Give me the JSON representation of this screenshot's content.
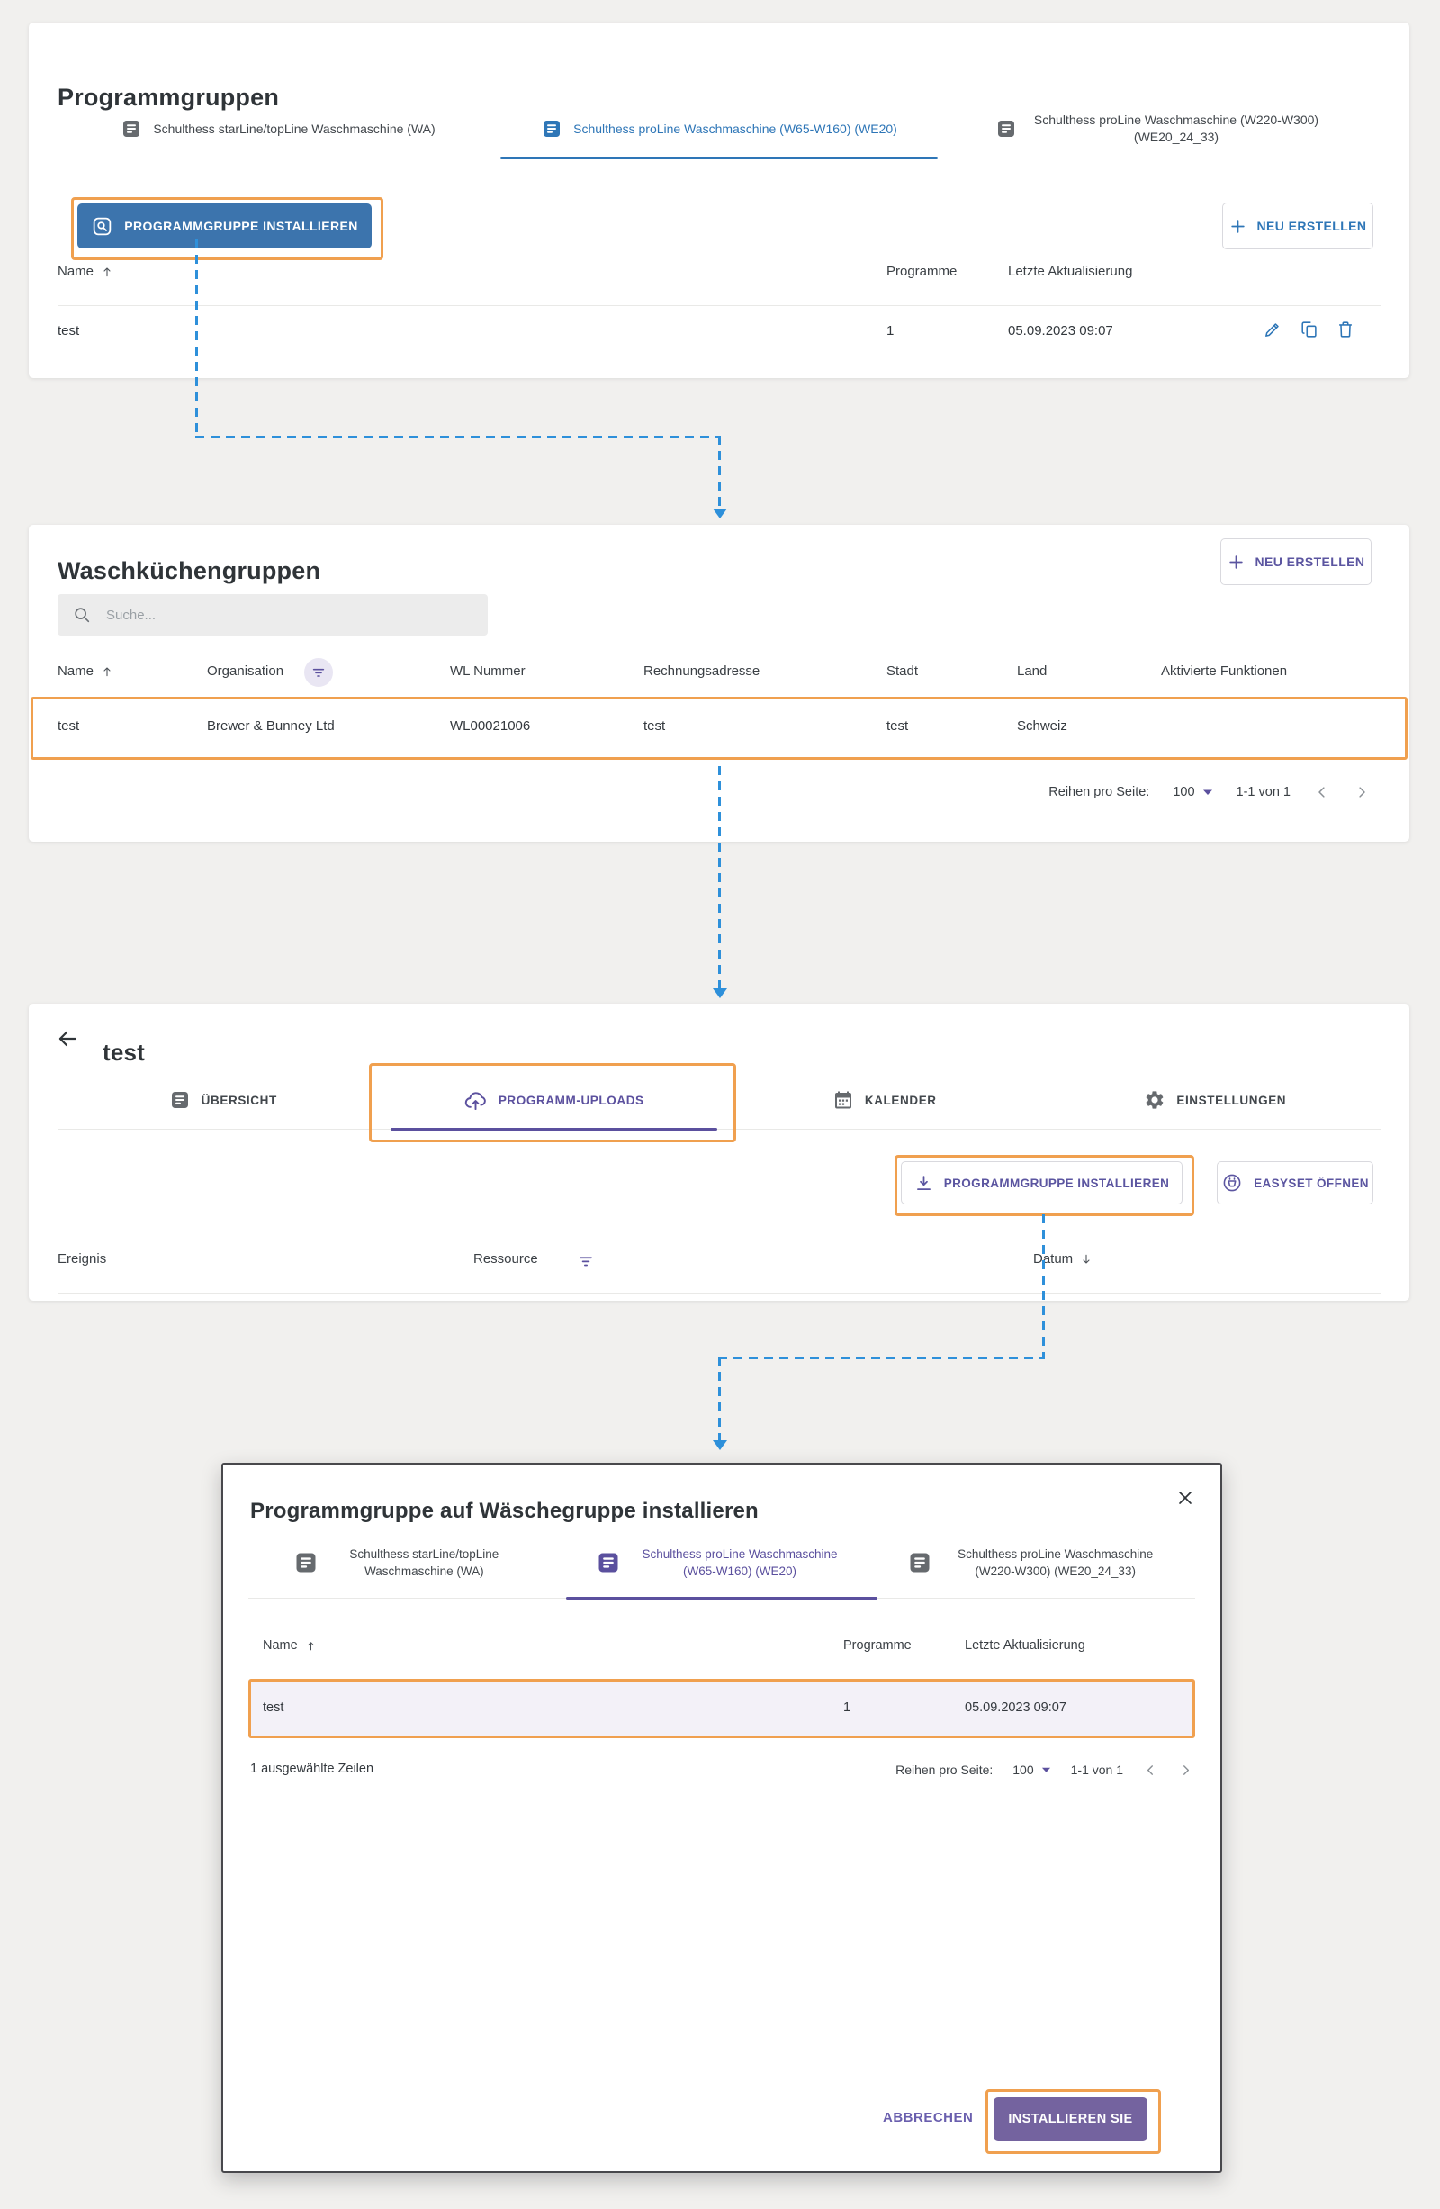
{
  "colors": {
    "accent_blue": "#2e76b7",
    "accent_purple": "#5b55a0",
    "highlight_orange": "#f0a04f",
    "arrow_blue": "#2e90da"
  },
  "panel1": {
    "title": "Programmgruppen",
    "tabs": [
      {
        "label": "Schulthess starLine/topLine Waschmaschine (WA)",
        "active": false
      },
      {
        "label": "Schulthess proLine Waschmaschine (W65-W160) (WE20)",
        "active": true
      },
      {
        "label": "Schulthess proLine Waschmaschine (W220-W300) (WE20_24_33)",
        "active": false
      }
    ],
    "install_button": "PROGRAMMGRUPPE INSTALLIEREN",
    "create_button": "NEU ERSTELLEN",
    "table": {
      "headers": {
        "name": "Name",
        "programme": "Programme",
        "updated": "Letzte Aktualisierung"
      },
      "row": {
        "name": "test",
        "programme": "1",
        "updated": "05.09.2023 09:07"
      }
    }
  },
  "panel2": {
    "title": "Waschküchengruppen",
    "create_button": "NEU ERSTELLEN",
    "search_placeholder": "Suche...",
    "headers": {
      "name": "Name",
      "organisation": "Organisation",
      "wl_nummer": "WL Nummer",
      "rechnungsadresse": "Rechnungsadresse",
      "stadt": "Stadt",
      "land": "Land",
      "aktivierte_funktionen": "Aktivierte Funktionen"
    },
    "row": {
      "name": "test",
      "organisation": "Brewer & Bunney Ltd",
      "wl_nummer": "WL00021006",
      "rechnungsadresse": "test",
      "stadt": "test",
      "land": "Schweiz",
      "aktivierte_funktionen": ""
    },
    "pagination": {
      "label": "Reihen pro Seite:",
      "value": "100",
      "range": "1-1 von 1"
    }
  },
  "panel3": {
    "title": "test",
    "tabs": [
      {
        "label": "ÜBERSICHT",
        "active": false
      },
      {
        "label": "PROGRAMM-UPLOADS",
        "active": true
      },
      {
        "label": "KALENDER",
        "active": false
      },
      {
        "label": "EINSTELLUNGEN",
        "active": false
      }
    ],
    "install_button": "PROGRAMMGRUPPE INSTALLIEREN",
    "easyset_button": "EASYSET ÖFFNEN",
    "headers": {
      "ereignis": "Ereignis",
      "ressource": "Ressource",
      "datum": "Datum"
    }
  },
  "modal": {
    "title": "Programmgruppe auf Wäschegruppe installieren",
    "tabs": [
      {
        "label": "Schulthess starLine/topLine Waschmaschine (WA)",
        "active": false
      },
      {
        "label": "Schulthess proLine Waschmaschine (W65-W160) (WE20)",
        "active": true
      },
      {
        "label": "Schulthess proLine Waschmaschine (W220-W300) (WE20_24_33)",
        "active": false
      }
    ],
    "table": {
      "headers": {
        "name": "Name",
        "programme": "Programme",
        "updated": "Letzte Aktualisierung"
      },
      "row": {
        "name": "test",
        "programme": "1",
        "updated": "05.09.2023 09:07"
      }
    },
    "selected_info": "1 ausgewählte Zeilen",
    "pagination": {
      "label": "Reihen pro Seite:",
      "value": "100",
      "range": "1-1 von 1"
    },
    "cancel_button": "ABBRECHEN",
    "install_button": "INSTALLIEREN SIE"
  }
}
